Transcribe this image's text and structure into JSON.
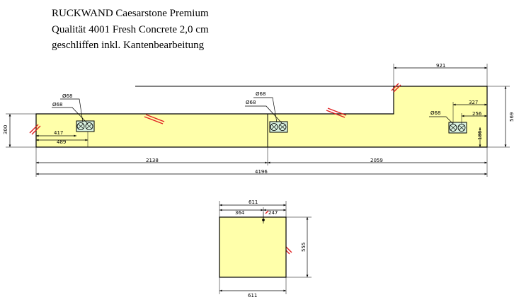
{
  "title_lines": [
    "RUCKWAND Caesarstone Premium",
    "Qualität 4001 Fresh Concrete 2,0 cm",
    "geschliffen inkl. Kantenbearbeitung"
  ],
  "colors": {
    "slab_fill": "#ffffaa",
    "cut_mark": "#e02020",
    "outline": "#000000"
  },
  "cutouts": [
    {
      "label_top": "Ø68",
      "label_bottom": "Ø68"
    },
    {
      "label_top": "Ø68",
      "label_bottom": "Ø68"
    },
    {
      "label_top": "Ø68"
    }
  ],
  "main_piece": {
    "height": "300",
    "right_height": "569",
    "top_right_width": "921",
    "dims_left": [
      "417",
      "489"
    ],
    "dims_right": [
      "327",
      "256",
      "186"
    ],
    "segment_left": "2138",
    "segment_right": "2059",
    "total_length": "4196"
  },
  "small_piece": {
    "top_width": "611",
    "offset_left": "364",
    "offset_right": "247",
    "height": "555",
    "bottom_width": "611"
  }
}
